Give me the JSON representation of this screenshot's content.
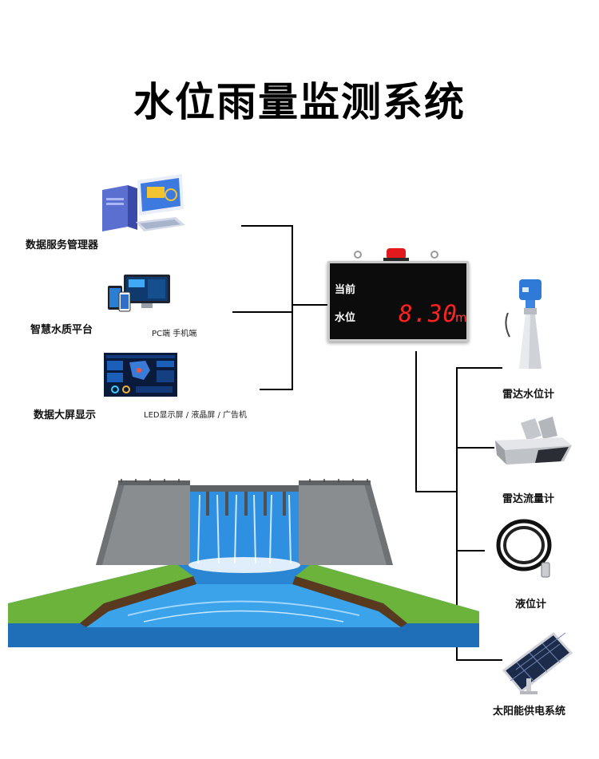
{
  "title": "水位雨量监测系统",
  "left_items": [
    {
      "label": "数据服务管理器",
      "sub": ""
    },
    {
      "label": "智慧水质平台",
      "sub": "PC端 手机端"
    },
    {
      "label": "数据大屏显示",
      "sub": "LED显示屏 / 液晶屏 / 广告机"
    }
  ],
  "display": {
    "current": "当前",
    "level_label": "水位",
    "value": "8.30",
    "unit": "m"
  },
  "right_items": [
    {
      "label": "雷达水位计"
    },
    {
      "label": "雷达流量计"
    },
    {
      "label": "液位计"
    },
    {
      "label": "太阳能供电系统"
    }
  ],
  "colors": {
    "display_digits": "#ff2222",
    "water": "#2b9be0",
    "grass": "#6bb33a",
    "dam": "#8a8d8f"
  }
}
